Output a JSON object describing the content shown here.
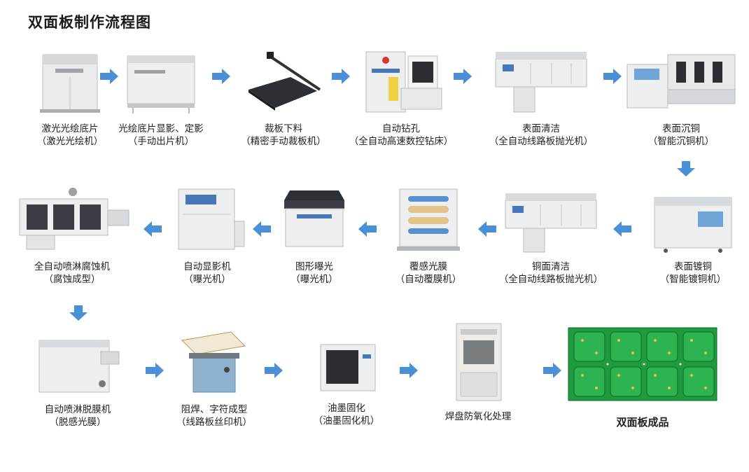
{
  "title": "双面板制作流程图",
  "colors": {
    "arrow": "#4a90d6",
    "machine_light": "#eceeef",
    "machine_dark": "#c9cdd1",
    "pcb_green": "#1f9a3e",
    "pcb_pad": "#d9c65a"
  },
  "steps": [
    {
      "name": "激光光绘底片",
      "machine": "（激光光绘机）"
    },
    {
      "name": "光绘底片显影、定影",
      "machine": "（手动出片机）"
    },
    {
      "name": "裁板下料",
      "machine": "（精密手动裁板机）"
    },
    {
      "name": "自动钻孔",
      "machine": "（全自动高速数控钻床）"
    },
    {
      "name": "表面清洁",
      "machine": "（全自动线路板抛光机）"
    },
    {
      "name": "表面沉铜",
      "machine": "（智能沉铜机）"
    },
    {
      "name": "表面镀铜",
      "machine": "（智能镀铜机）"
    },
    {
      "name": "铜面清洁",
      "machine": "（全自动线路板抛光机）"
    },
    {
      "name": "覆感光膜",
      "machine": "（自动覆膜机）"
    },
    {
      "name": "图形曝光",
      "machine": "（曝光机）"
    },
    {
      "name": "自动显影机",
      "machine": "（曝光机）"
    },
    {
      "name": "全自动喷淋腐蚀机",
      "machine": "（腐蚀成型）"
    },
    {
      "name": "自动喷淋脱膜机",
      "machine": "（脱感光膜）"
    },
    {
      "name": "阻焊、字符成型",
      "machine": "（线路板丝印机）"
    },
    {
      "name": "油墨固化",
      "machine": "（油墨固化机）"
    },
    {
      "name": "焊盘防氧化处理",
      "machine": ""
    },
    {
      "name": "双面板成品",
      "machine": ""
    }
  ]
}
